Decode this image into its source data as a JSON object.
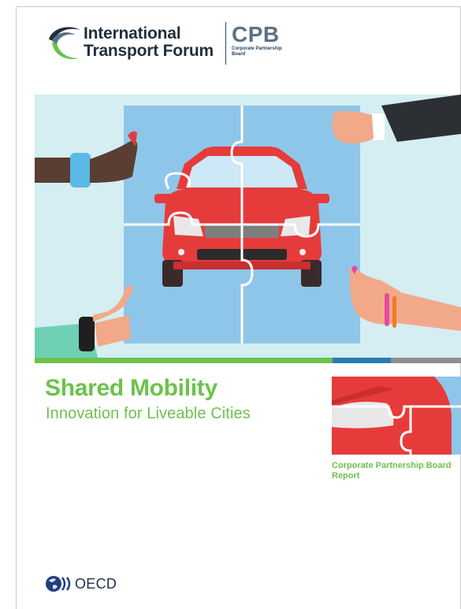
{
  "header": {
    "itf_line1": "International",
    "itf_line2": "Transport Forum",
    "cpb_title": "CPB",
    "cpb_subtitle_line1": "Corporate Partnership",
    "cpb_subtitle_line2": "Board"
  },
  "cover": {
    "title": "Shared Mobility",
    "subtitle": "Innovation for Liveable Cities",
    "report_label_line1": "Corporate Partnership Board",
    "report_label_line2": "Report"
  },
  "footer": {
    "publisher": "OECD"
  },
  "colors": {
    "brand_green": "#6cc24a",
    "brand_blue": "#2a7ab8",
    "grey": "#8d8d8d",
    "car_red": "#e63b3b",
    "puzzle_blue": "#8ec6e9"
  }
}
